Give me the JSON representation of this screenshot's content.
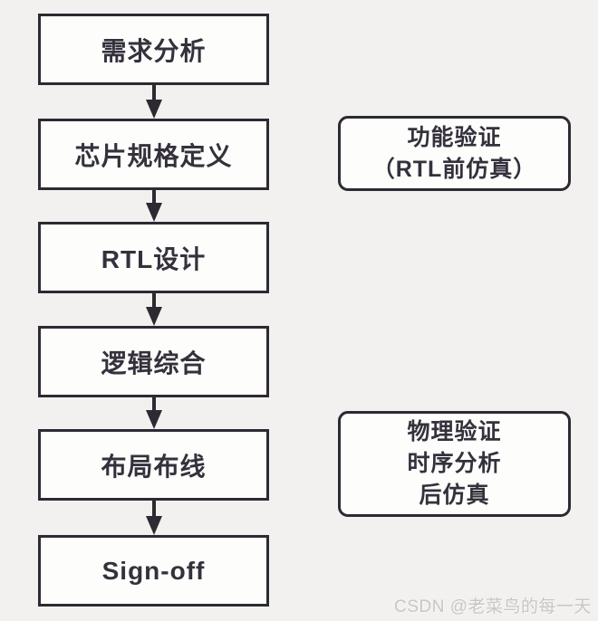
{
  "diagram": {
    "title_hint": "芯片设计流程图",
    "steps": [
      {
        "label": "需求分析"
      },
      {
        "label": "芯片规格定义"
      },
      {
        "label": "RTL设计"
      },
      {
        "label": "逻辑综合"
      },
      {
        "label": "布局布线"
      },
      {
        "label": "Sign-off"
      }
    ],
    "side_notes": [
      {
        "lines": [
          "功能验证",
          "（RTL前仿真）"
        ]
      },
      {
        "lines": [
          "物理验证",
          "时序分析",
          "后仿真"
        ]
      }
    ]
  },
  "watermark": {
    "text": "CSDN @老菜鸟的每一天"
  },
  "colors": {
    "background": "#f2f1ef",
    "box_fill": "#fdfdfc",
    "box_border": "#2d2a32",
    "text": "#35313c",
    "watermark": "#c8c5c2"
  }
}
